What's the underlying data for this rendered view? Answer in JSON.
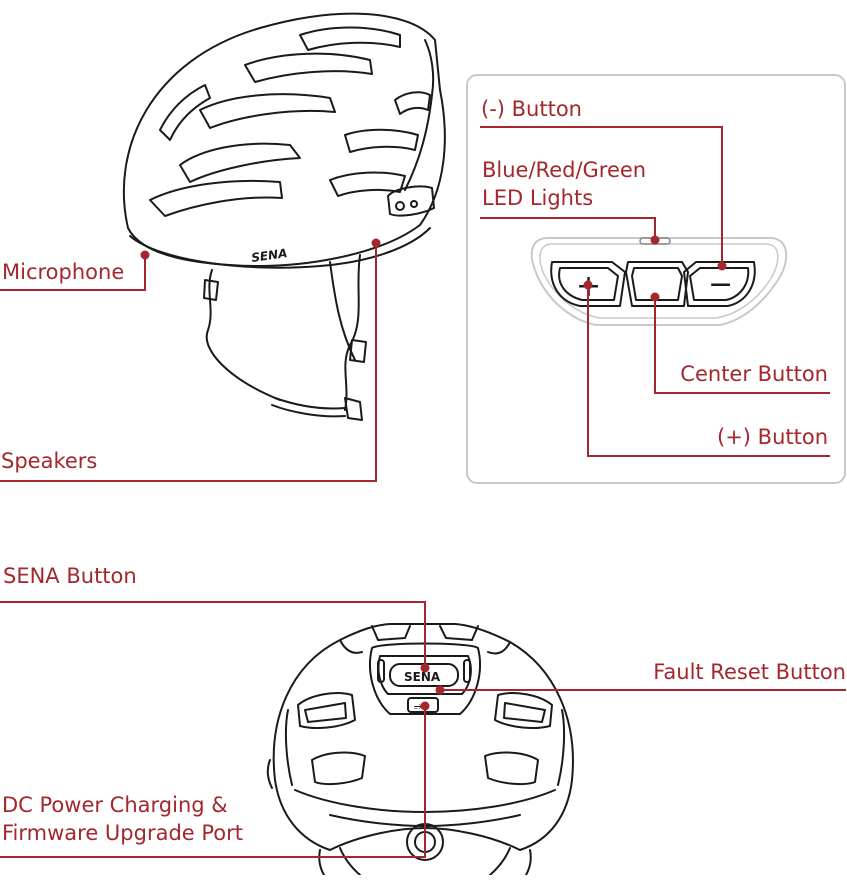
{
  "colors": {
    "accent": "#a3272c",
    "line_art": "#1a1a1a",
    "panel_border": "#c8c8c8"
  },
  "labels": {
    "minus_button": "(-) Button",
    "led_lights_line1": "Blue/Red/Green",
    "led_lights_line2": "LED Lights",
    "microphone": "Microphone",
    "center_button": "Center Button",
    "plus_button": "(+) Button",
    "speakers": "Speakers",
    "sena_button": "SENA Button",
    "fault_reset_button": "Fault Reset Button",
    "dc_port_line1": "DC Power Charging &",
    "dc_port_line2": "Firmware Upgrade Port"
  },
  "brand": {
    "helmet_logo": "SENA",
    "rear_logo": "SENA"
  },
  "icons": {
    "plus_glyph": "+",
    "minus_glyph": "−",
    "usb": "usb-icon"
  }
}
